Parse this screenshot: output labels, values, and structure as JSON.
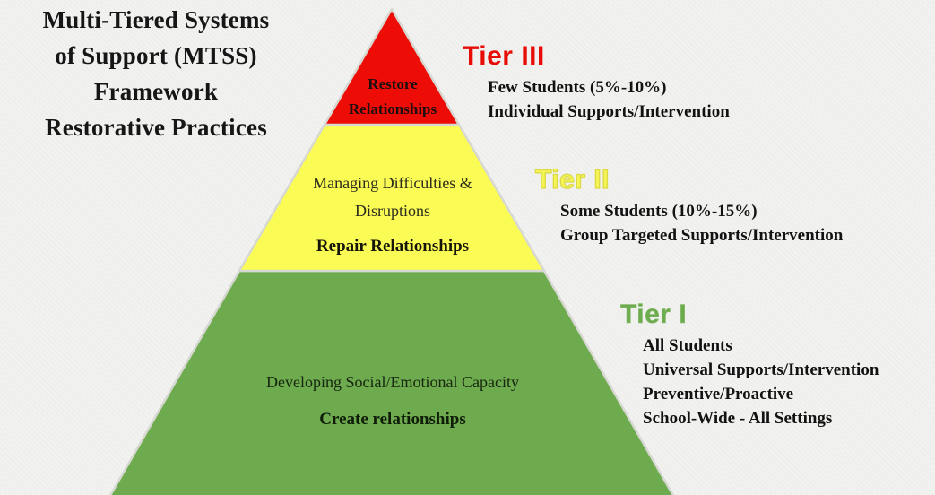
{
  "colors": {
    "tier3_red": "#ee0c07",
    "tier2_yellow": "#fbfb55",
    "tier1_green": "#6dab4e",
    "background": "#f2f2f0",
    "edge_stroke": "#d8d8d2",
    "tier3_heading": "#e80c07",
    "tier2_heading": "#f4f455",
    "tier1_heading": "#6cab4e",
    "text_black": "#161616"
  },
  "title": {
    "lines": [
      "Multi-Tiered Systems",
      "of Support (MTSS)",
      "Framework",
      "Restorative Practices"
    ]
  },
  "pyramid": {
    "tier3_inside": {
      "line1": "Restore",
      "line2": "Relationships"
    },
    "tier2_inside": {
      "line1": "Managing Difficulties &",
      "line2": "Disruptions",
      "bold_line": "Repair Relationships"
    },
    "tier1_inside": {
      "line1": "Developing Social/Emotional Capacity",
      "bold_line": "Create relationships"
    }
  },
  "annotations": {
    "tier3": {
      "heading": "Tier III",
      "lines": [
        "Few Students (5%-10%)",
        "Individual Supports/Intervention"
      ]
    },
    "tier2": {
      "heading": "Tier II",
      "lines": [
        "Some Students (10%-15%)",
        "Group Targeted Supports/Intervention"
      ]
    },
    "tier1": {
      "heading": "Tier I",
      "lines": [
        "All Students",
        "Universal Supports/Intervention",
        "Preventive/Proactive",
        "School-Wide - All Settings"
      ]
    }
  }
}
